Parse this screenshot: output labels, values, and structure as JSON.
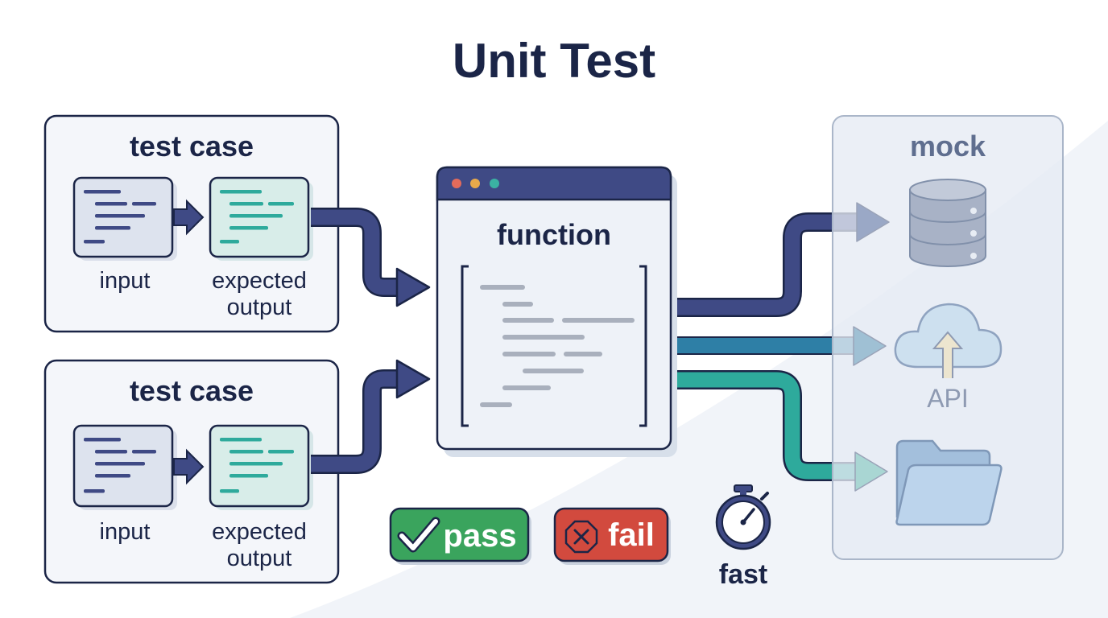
{
  "title": "Unit Test",
  "test_cases": [
    {
      "title": "test case",
      "input_label": "input",
      "expected_label_line1": "expected",
      "expected_label_line2": "output"
    },
    {
      "title": "test case",
      "input_label": "input",
      "expected_label_line1": "expected",
      "expected_label_line2": "output"
    }
  ],
  "function": {
    "title": "function"
  },
  "mock": {
    "title": "mock",
    "items": [
      {
        "icon": "database-icon"
      },
      {
        "icon": "cloud-upload-icon",
        "label": "API"
      },
      {
        "icon": "folder-icon"
      }
    ]
  },
  "results": {
    "pass_label": "pass",
    "fail_label": "fail",
    "fast_label": "fast"
  },
  "colors": {
    "navy": "#1b2547",
    "flow_navy": "#3f4a85",
    "flow_blue": "#2e7fa6",
    "flow_teal": "#2eaa9c",
    "pass_green": "#3aa45d",
    "fail_red": "#d24a3e"
  }
}
